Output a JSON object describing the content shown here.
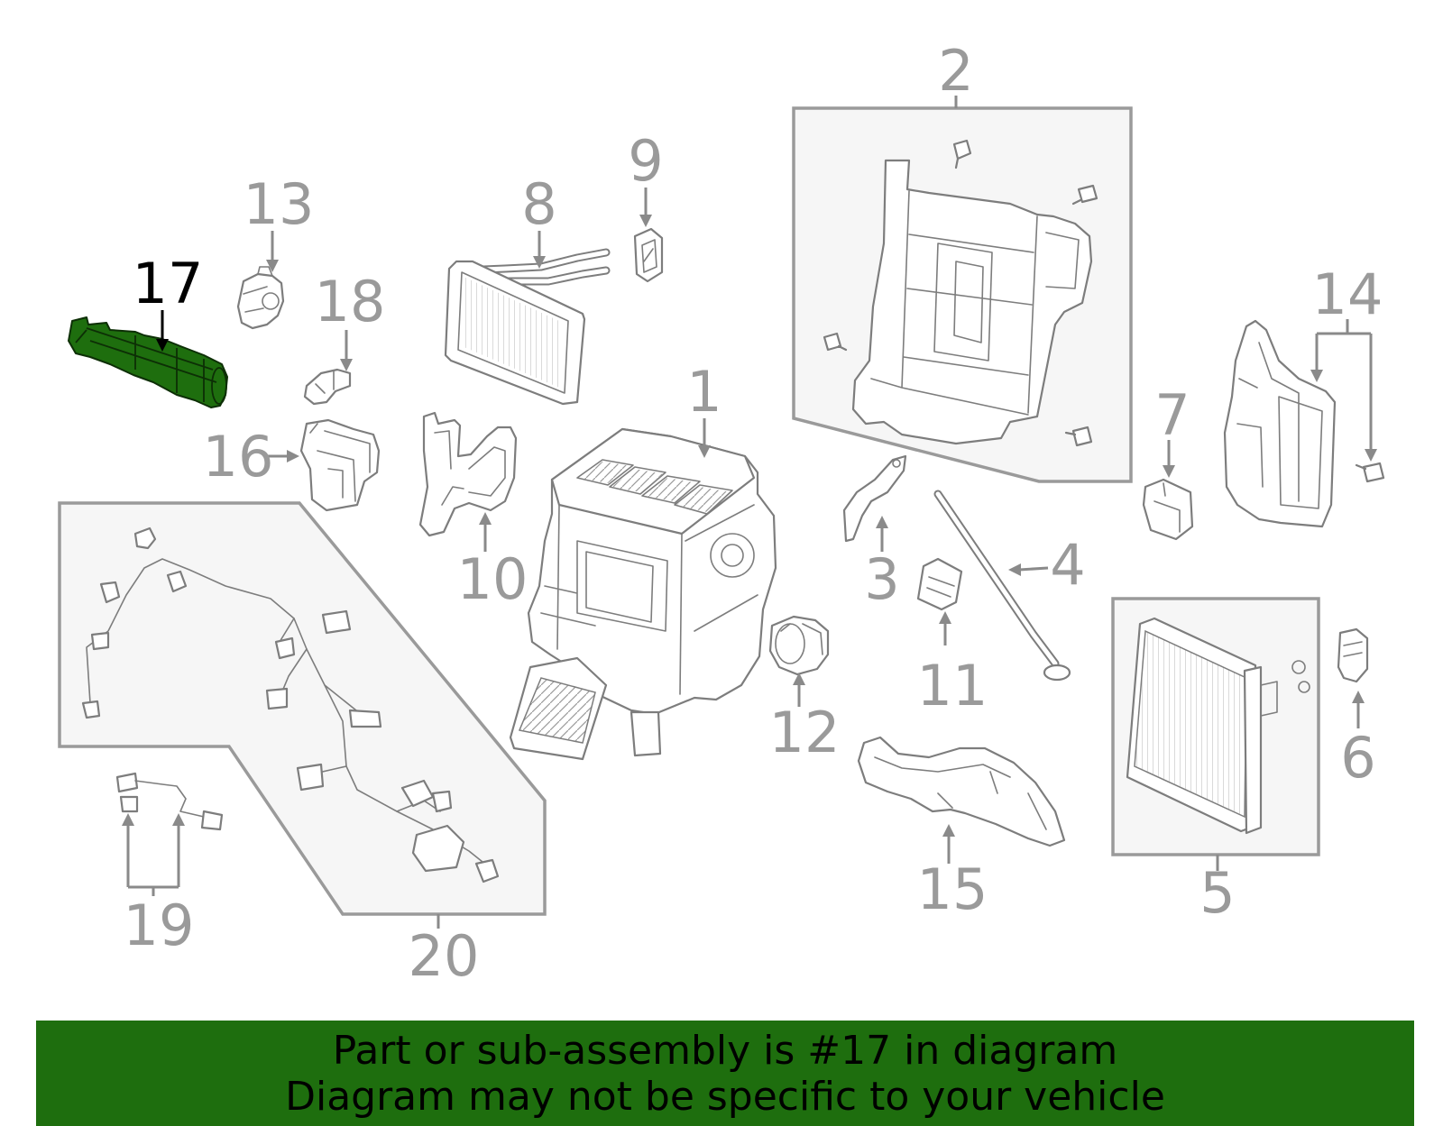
{
  "callouts": {
    "c1": "1",
    "c2": "2",
    "c3": "3",
    "c4": "4",
    "c5": "5",
    "c6": "6",
    "c7": "7",
    "c8": "8",
    "c9": "9",
    "c10": "10",
    "c11": "11",
    "c12": "12",
    "c13": "13",
    "c14": "14",
    "c15": "15",
    "c16": "16",
    "c17": "17",
    "c18": "18",
    "c19": "19",
    "c20": "20"
  },
  "highlight": {
    "part_number": "17",
    "color": "#1e6e0e"
  },
  "banner": {
    "line1": "Part or sub-assembly is #17 in diagram",
    "line2": "Diagram may not be specific to your vehicle",
    "background": "#1e6e0e"
  }
}
